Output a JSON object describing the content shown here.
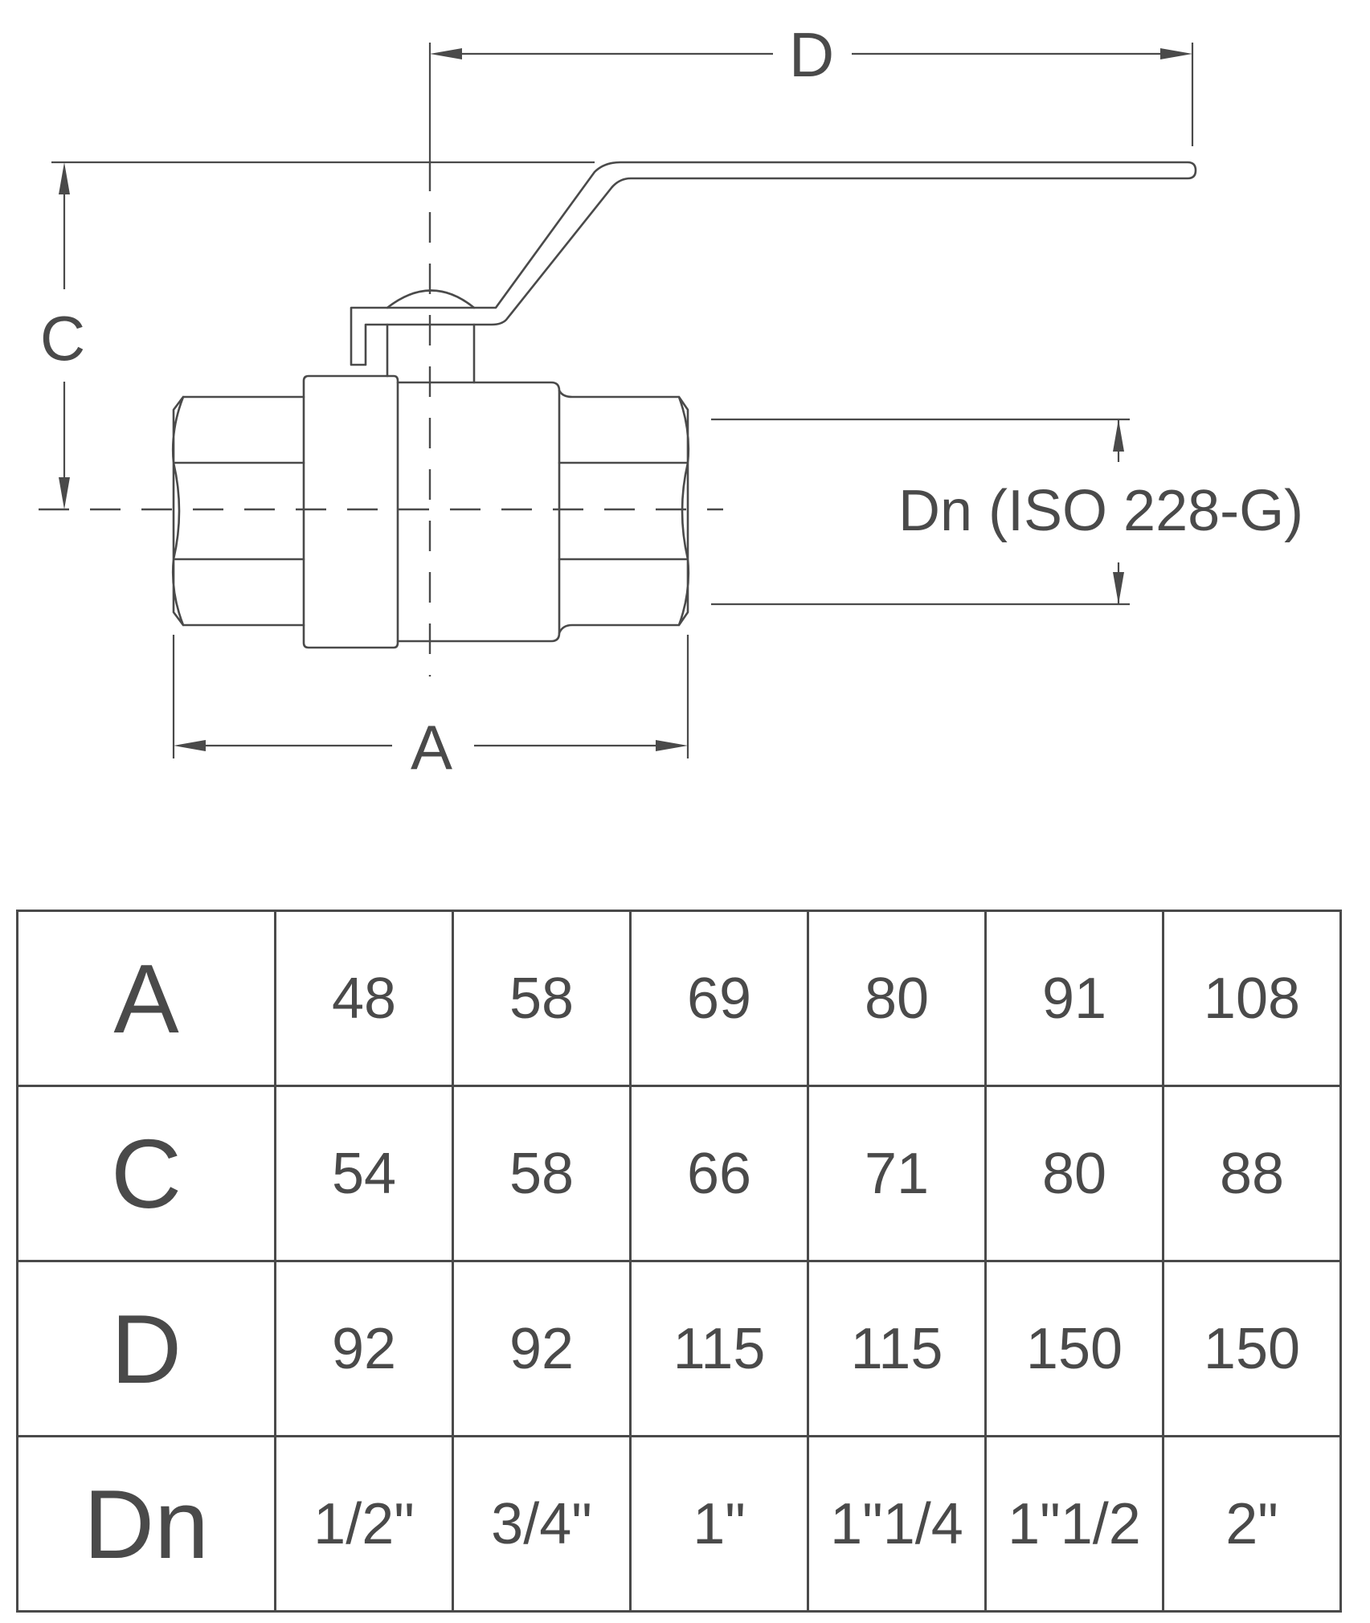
{
  "diagram": {
    "labels": {
      "d": "D",
      "c": "C",
      "a": "A",
      "dn": "Dn (ISO 228-G)"
    }
  },
  "table": {
    "rows": [
      {
        "label": "A",
        "values": [
          "48",
          "58",
          "69",
          "80",
          "91",
          "108"
        ]
      },
      {
        "label": "C",
        "values": [
          "54",
          "58",
          "66",
          "71",
          "80",
          "88"
        ]
      },
      {
        "label": "D",
        "values": [
          "92",
          "92",
          "115",
          "115",
          "150",
          "150"
        ]
      },
      {
        "label": "Dn",
        "values": [
          "1/2\"",
          "3/4\"",
          "1\"",
          "1\"1/4",
          "1\"1/2",
          "2\""
        ]
      }
    ]
  }
}
